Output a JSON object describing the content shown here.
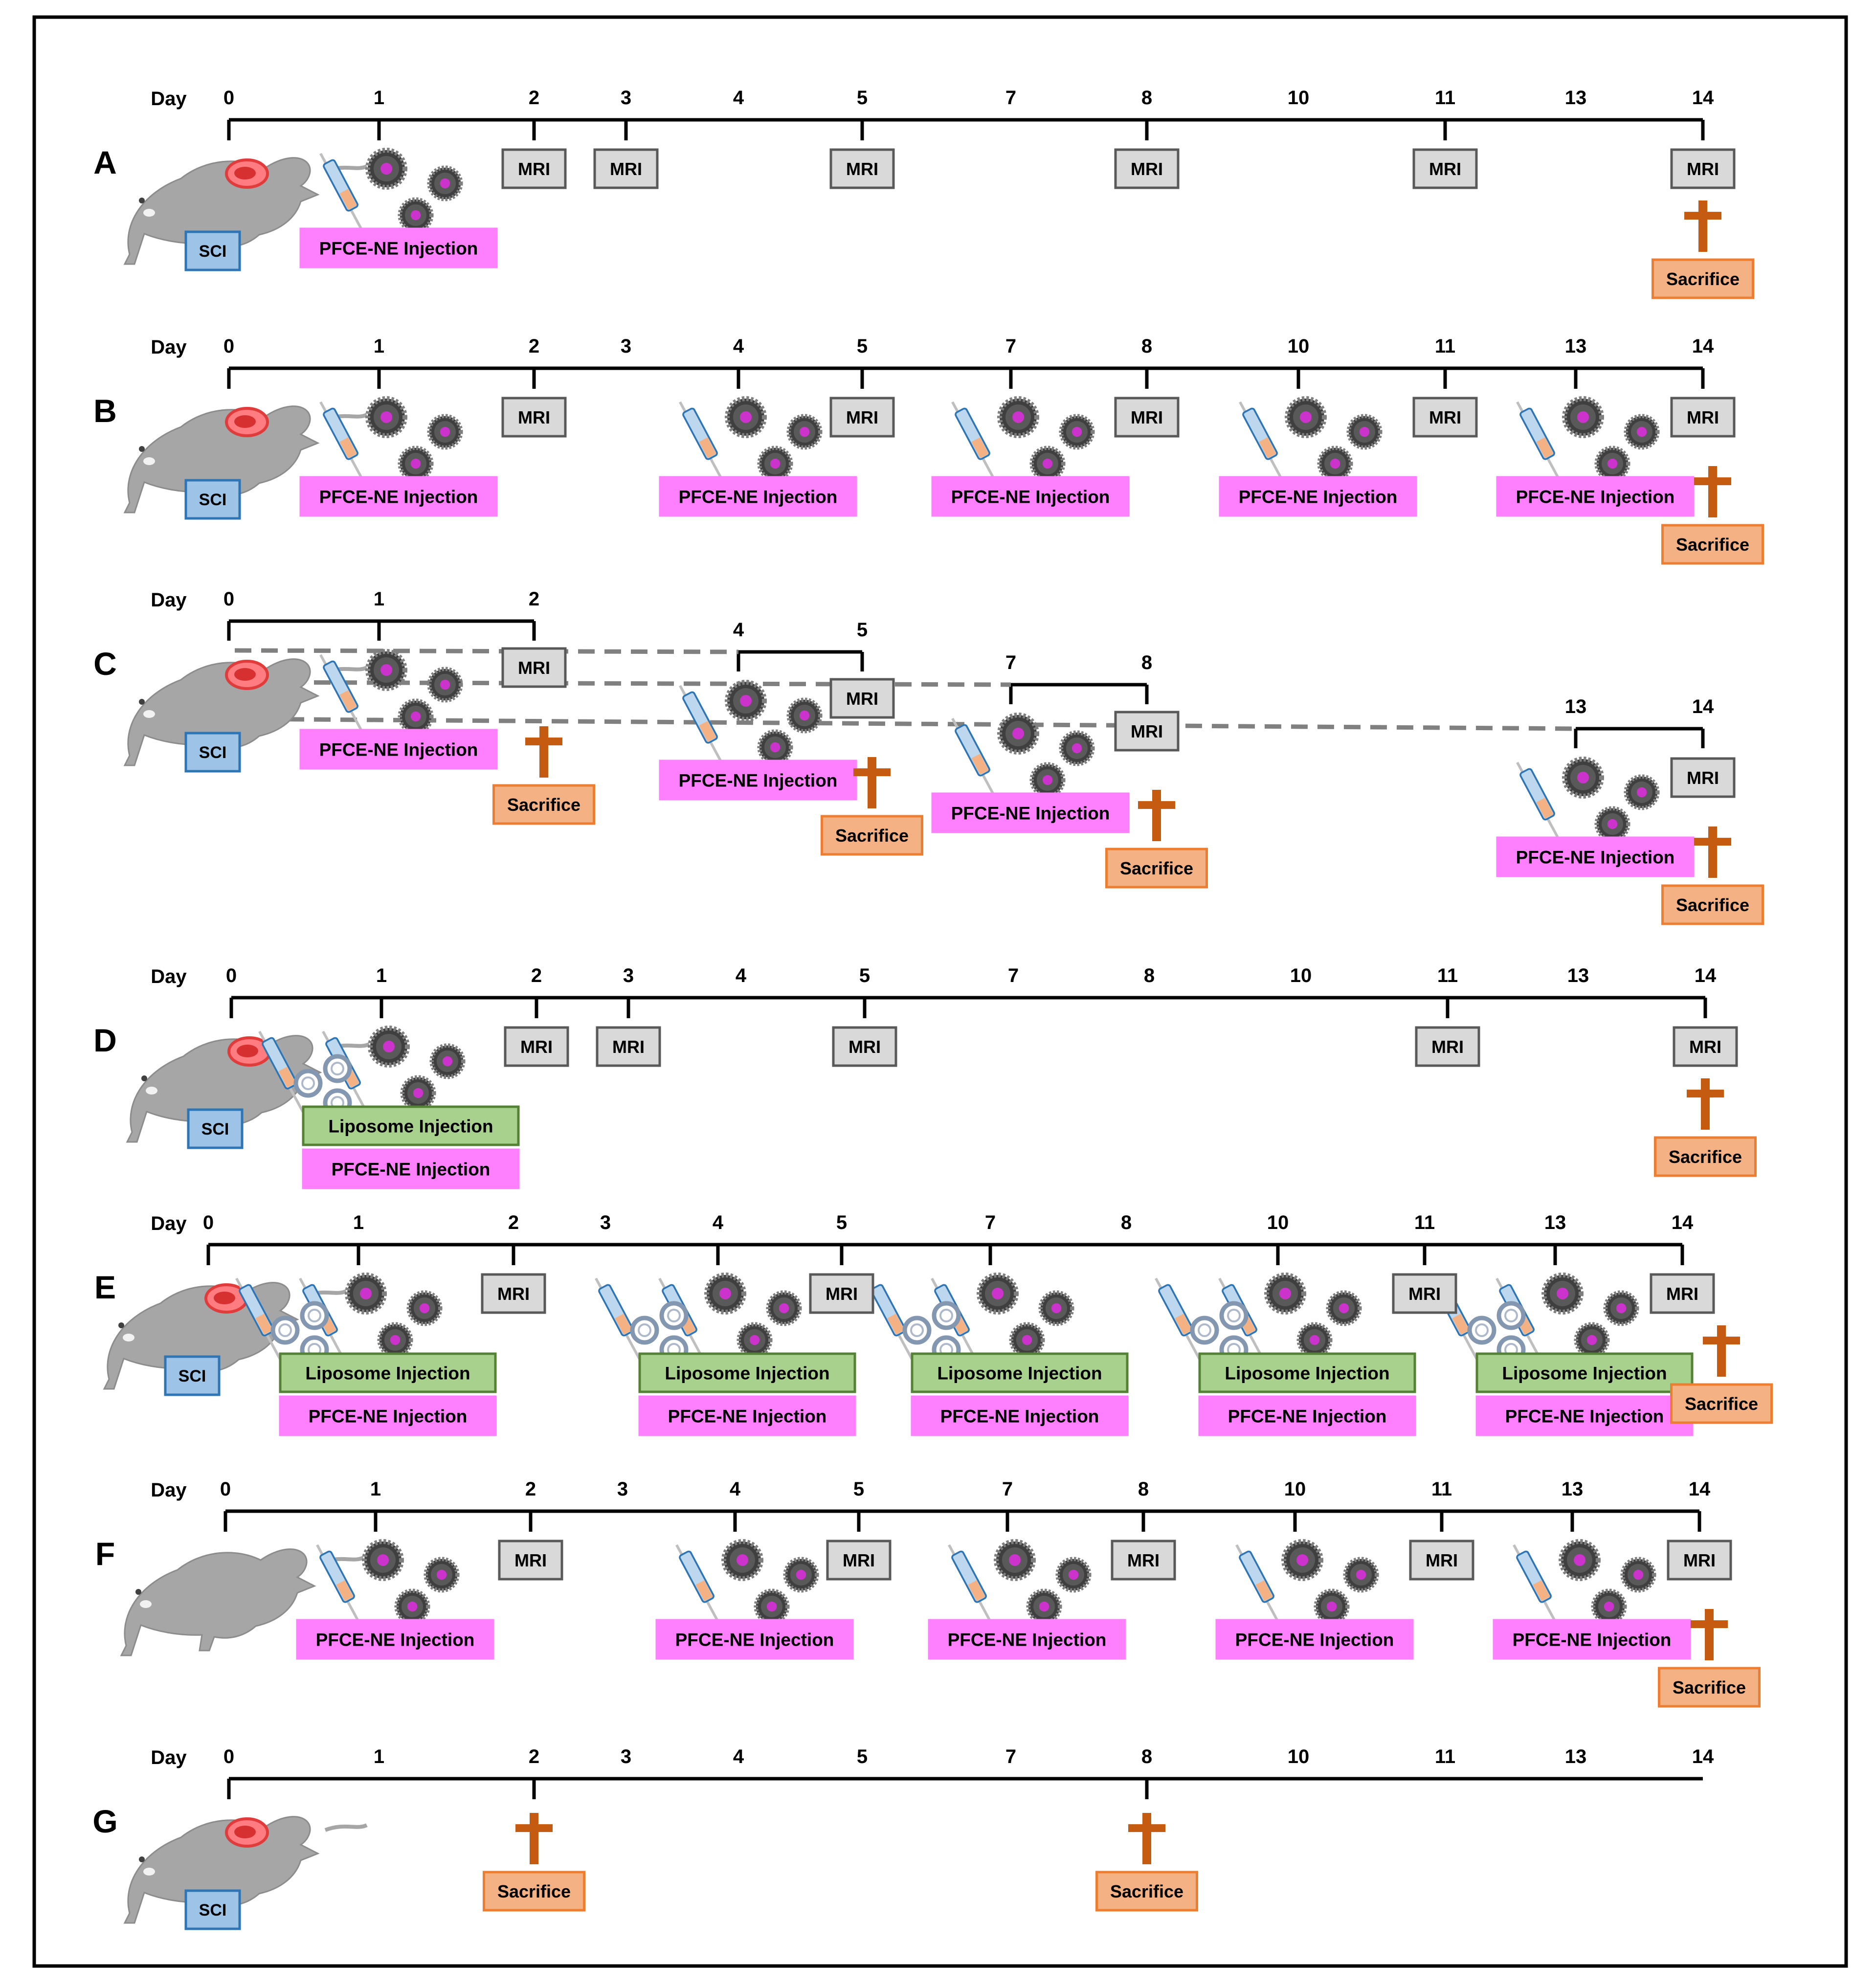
{
  "figure": {
    "day_label": "Day",
    "labels": {
      "mri": "MRI",
      "sci": "SCI",
      "pfce": "PFCE-NE Injection",
      "liposome": "Liposome Injection",
      "sacrifice": "Sacrifice"
    },
    "colors": {
      "mri_fill": "#d9d9d9",
      "sci_fill": "#9dc3e6",
      "sci_border": "#2e75b6",
      "pfce_fill": "#ff80ff",
      "liposome_fill": "#a9d18e",
      "liposome_border": "#548235",
      "sacrifice_fill": "#f4b183",
      "sacrifice_border": "#ed7d31",
      "cross": "#c55a11"
    },
    "panels": [
      {
        "letter": "A",
        "days": [
          "0",
          "1",
          "2",
          "3",
          "4",
          "5",
          "7",
          "8",
          "10",
          "11",
          "13",
          "14"
        ],
        "mri_days": [
          "2",
          "3",
          "5",
          "8",
          "11",
          "14"
        ],
        "pfce_days": [
          "1"
        ],
        "liposome_days": [],
        "sacrifice_days": [
          "14"
        ],
        "sci": true
      },
      {
        "letter": "B",
        "days": [
          "0",
          "1",
          "2",
          "3",
          "4",
          "5",
          "7",
          "8",
          "10",
          "11",
          "13",
          "14"
        ],
        "mri_days": [
          "2",
          "5",
          "8",
          "11",
          "14"
        ],
        "pfce_days": [
          "1",
          "4",
          "7",
          "10",
          "13"
        ],
        "liposome_days": [],
        "sacrifice_days": [
          "14"
        ],
        "sci": true
      },
      {
        "letter": "C",
        "days": [
          "0",
          "1",
          "2",
          "4",
          "5",
          "7",
          "8",
          "13",
          "14"
        ],
        "mri_days": [
          "2",
          "5",
          "8",
          "14"
        ],
        "pfce_days": [
          "1",
          "4",
          "7",
          "13"
        ],
        "liposome_days": [],
        "sacrifice_days": [
          "2",
          "5",
          "8",
          "14"
        ],
        "sci": true
      },
      {
        "letter": "D",
        "days": [
          "0",
          "1",
          "2",
          "3",
          "4",
          "5",
          "7",
          "8",
          "10",
          "11",
          "13",
          "14"
        ],
        "mri_days": [
          "2",
          "3",
          "5",
          "11",
          "14"
        ],
        "pfce_days": [
          "1"
        ],
        "liposome_days": [
          "1"
        ],
        "sacrifice_days": [
          "14"
        ],
        "sci": true
      },
      {
        "letter": "E",
        "days": [
          "0",
          "1",
          "2",
          "3",
          "4",
          "5",
          "7",
          "8",
          "10",
          "11",
          "13",
          "14"
        ],
        "mri_days": [
          "2",
          "5",
          "11",
          "14"
        ],
        "pfce_days": [
          "1",
          "4",
          "7",
          "10",
          "13"
        ],
        "liposome_days": [
          "1",
          "4",
          "7",
          "10",
          "13"
        ],
        "sacrifice_days": [
          "14"
        ],
        "sci": true
      },
      {
        "letter": "F",
        "days": [
          "0",
          "1",
          "2",
          "3",
          "4",
          "5",
          "7",
          "8",
          "10",
          "11",
          "13",
          "14"
        ],
        "mri_days": [
          "2",
          "5",
          "8",
          "11",
          "14"
        ],
        "pfce_days": [
          "1",
          "4",
          "7",
          "10",
          "13"
        ],
        "liposome_days": [],
        "sacrifice_days": [
          "14"
        ],
        "sci": false
      },
      {
        "letter": "G",
        "days": [
          "0",
          "1",
          "2",
          "3",
          "4",
          "5",
          "7",
          "8",
          "10",
          "11",
          "13",
          "14"
        ],
        "mri_days": [],
        "pfce_days": [],
        "liposome_days": [],
        "sacrifice_days": [
          "2",
          "8"
        ],
        "sci": true
      }
    ]
  }
}
